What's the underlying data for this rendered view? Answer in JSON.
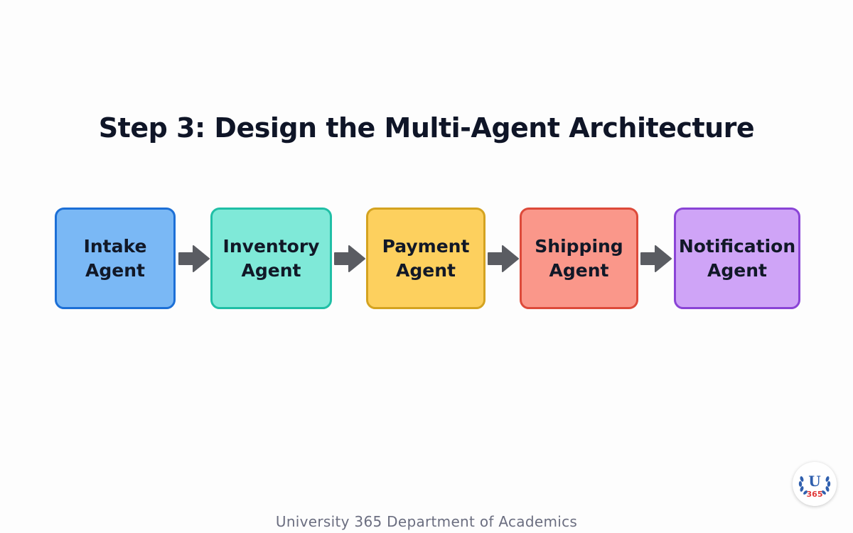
{
  "title": "Step 3: Design the Multi-Agent Architecture",
  "agents": [
    {
      "line1": "Intake",
      "line2": "Agent",
      "fill": "#7ab8f5",
      "border": "#1c6fd6"
    },
    {
      "line1": "Inventory",
      "line2": "Agent",
      "fill": "#7fe9d8",
      "border": "#20bfa6"
    },
    {
      "line1": "Payment",
      "line2": "Agent",
      "fill": "#fdd05e",
      "border": "#d4a320"
    },
    {
      "line1": "Shipping",
      "line2": "Agent",
      "fill": "#fa978a",
      "border": "#dd4a3a"
    },
    {
      "line1": "Notification",
      "line2": "Agent",
      "fill": "#cfa4f7",
      "border": "#8a44d6"
    }
  ],
  "arrow_color": "#5a5c62",
  "footer": "University 365 Department of Academics",
  "logo": {
    "letter": "U",
    "number": "365"
  }
}
